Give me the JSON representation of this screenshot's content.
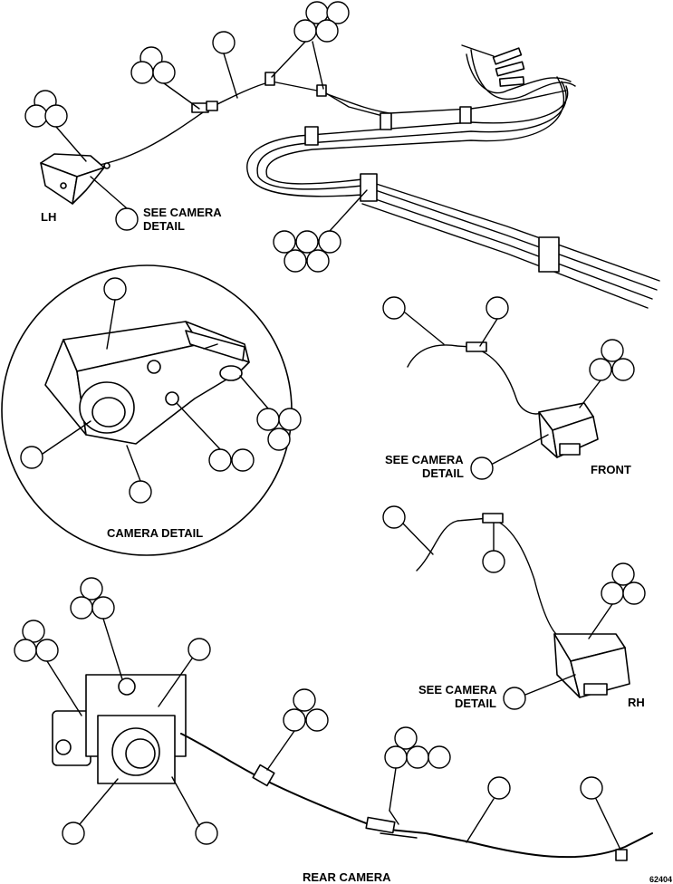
{
  "labels": {
    "lh": "LH",
    "see_camera_detail_1": "SEE CAMERA",
    "see_camera_detail_1b": "DETAIL",
    "camera_detail": "CAMERA DETAIL",
    "see_camera_detail_2": "SEE CAMERA",
    "see_camera_detail_2b": "DETAIL",
    "front": "FRONT",
    "see_camera_detail_3": "SEE CAMERA",
    "see_camera_detail_3b": "DETAIL",
    "rh": "RH",
    "rear_camera": "REAR CAMERA",
    "figure_number": "62404"
  }
}
